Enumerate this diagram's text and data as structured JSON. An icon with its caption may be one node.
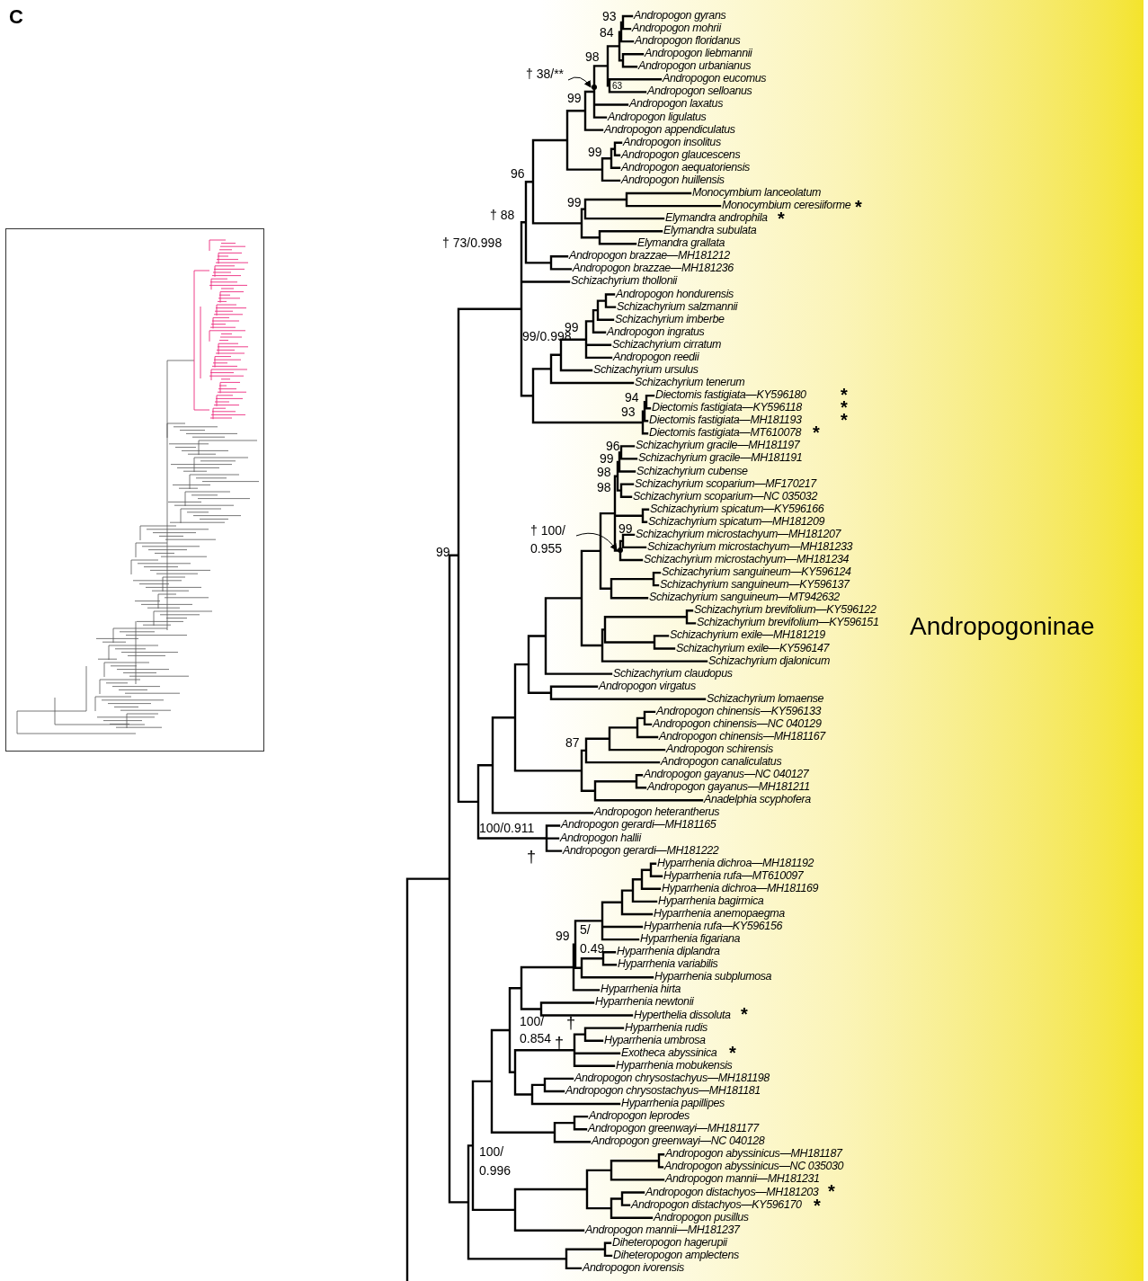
{
  "diagram": {
    "nodes": [
      {
        "text": [
          "† 38/**"
        ]
      },
      {
        "text": [
          "† 100/ 0.955"
        ]
      },
      {
        "text": [],
        "shape": "circle"
      },
      {
        "text": [],
        "shape": "circle"
      }
    ],
    "edges": [
      {
        "from": 0,
        "to": 2,
        "arrow": "to"
      },
      {
        "from": 1,
        "to": 3,
        "arrow": "to"
      }
    ],
    "labels": [
      "C",
      "Andropogon gyrans",
      "Andropogon mohrii",
      "Andropogon floridanus",
      "Andropogon liebmannii",
      "Andropogon urbanianus",
      "Andropogon eucomus",
      "Andropogon selloanus",
      "Andropogon laxatus",
      "Andropogon ligulatus",
      "Andropogon appendiculatus",
      "Andropogon insolitus",
      "Andropogon glaucescens",
      "Andropogon aequatoriensis",
      "Andropogon huillensis",
      "Monocymbium lanceolatum",
      "Monocymbium ceresiiforme",
      "Elymandra androphila",
      "Elymandra subulata",
      "Elymandra grallata",
      "Andropogon brazzae—MH181212",
      "Andropogon brazzae—MH181236",
      "Schizachyrium thollonii",
      "Andropogon hondurensis",
      "Schizachyrium salzmannii",
      "Schizachyrium imberbe",
      "Andropogon ingratus",
      "Schizachyrium cirratum",
      "Andropogon reedii",
      "Schizachyrium ursulus",
      "Schizachyrium tenerum",
      "Diectomis fastigiata—KY596180",
      "Diectomis fastigiata—KY596118",
      "Diectomis fastigiata—MH181193",
      "Diectomis fastigiata—MT610078",
      "Schizachyrium gracile—MH181197",
      "Schizachyrium gracile—MH181191",
      "Schizachyrium cubense",
      "Schizachyrium scoparium—MF170217",
      "Schizachyrium scoparium—NC 035032",
      "Schizachyrium spicatum—KY596166",
      "Schizachyrium spicatum—MH181209",
      "Schizachyrium microstachyum—MH181207",
      "Schizachyrium microstachyum—MH181233",
      "Schizachyrium microstachyum—MH181234",
      "Schizachyrium sanguineum—KY596124",
      "Schizachyrium sanguineum—KY596137",
      "Schizachyrium sanguineum—MT942632",
      "Schizachyrium brevifolium—KY596122",
      "Schizachyrium brevifolium—KY596151",
      "Schizachyrium exile—MH181219",
      "Schizachyrium exile—KY596147",
      "Schizachyrium djalonicum",
      "Schizachyrium claudopus",
      "Andropogon virgatus",
      "Schizachyrium lomaense",
      "Andropogon chinensis—KY596133",
      "Andropogon chinensis—NC 040129",
      "Andropogon chinensis—MH181167",
      "Andropogon schirensis",
      "Andropogon canaliculatus",
      "Andropogon gayanus—NC 040127",
      "Andropogon gayanus—MH181211",
      "Anadelphia scyphofera",
      "Andropogon heterantherus",
      "Andropogon gerardi—MH181165",
      "Andropogon hallii",
      "Andropogon gerardi—MH181222",
      "Hyparrhenia dichroa—MH181192",
      "Hyparrhenia rufa—MT610097",
      "Hyparrhenia dichroa—MH181169",
      "Hyparrhenia bagirmica",
      "Hyparrhenia anemopaegma",
      "Hyparrhenia rufa—KY596156",
      "Hyparrhenia figariana",
      "Hyparrhenia diplandra",
      "Hyparrhenia variabilis",
      "Hyparrhenia subplumosa",
      "Hyparrhenia hirta",
      "Hyparrhenia newtonii",
      "Hyperthelia dissoluta",
      "Hyparrhenia rudis",
      "Hyparrhenia umbrosa",
      "Exotheca abyssinica",
      "Hyparrhenia mobukensis",
      "Andropogon chrysostachyus—MH181198",
      "Andropogon chrysostachyus—MH181181",
      "Hyparrhenia papillipes",
      "Andropogon leprodes",
      "Andropogon greenwayi—MH181177",
      "Andropogon greenwayi—NC 040128",
      "Andropogon abyssinicus—MH181187",
      "Andropogon abyssinicus—NC 035030",
      "Andropogon mannii—MH181231",
      "Andropogon distachyos—MH181203",
      "Andropogon distachyos—KY596170",
      "Andropogon pusillus",
      "Andropogon mannii—MH181237",
      "Diheteropogon hagerupii",
      "Diheteropogon amplectens",
      "Andropogon ivorensis",
      "93",
      "84",
      "98",
      "63",
      "99",
      "99",
      "96",
      "99",
      "*",
      "† 88",
      "*",
      "† 73/0.998",
      "99",
      "99/0.998",
      "*",
      "94",
      "*",
      "93",
      "*",
      "*",
      "96",
      "99",
      "98",
      "98",
      "99",
      "99",
      "87",
      "100/0.911",
      "†",
      "5/ 0.49",
      "99",
      "*",
      "†",
      "100/ 0.854",
      "†",
      "*",
      "100/ 0.996",
      "*",
      "*",
      "Andropogoninae"
    ]
  }
}
